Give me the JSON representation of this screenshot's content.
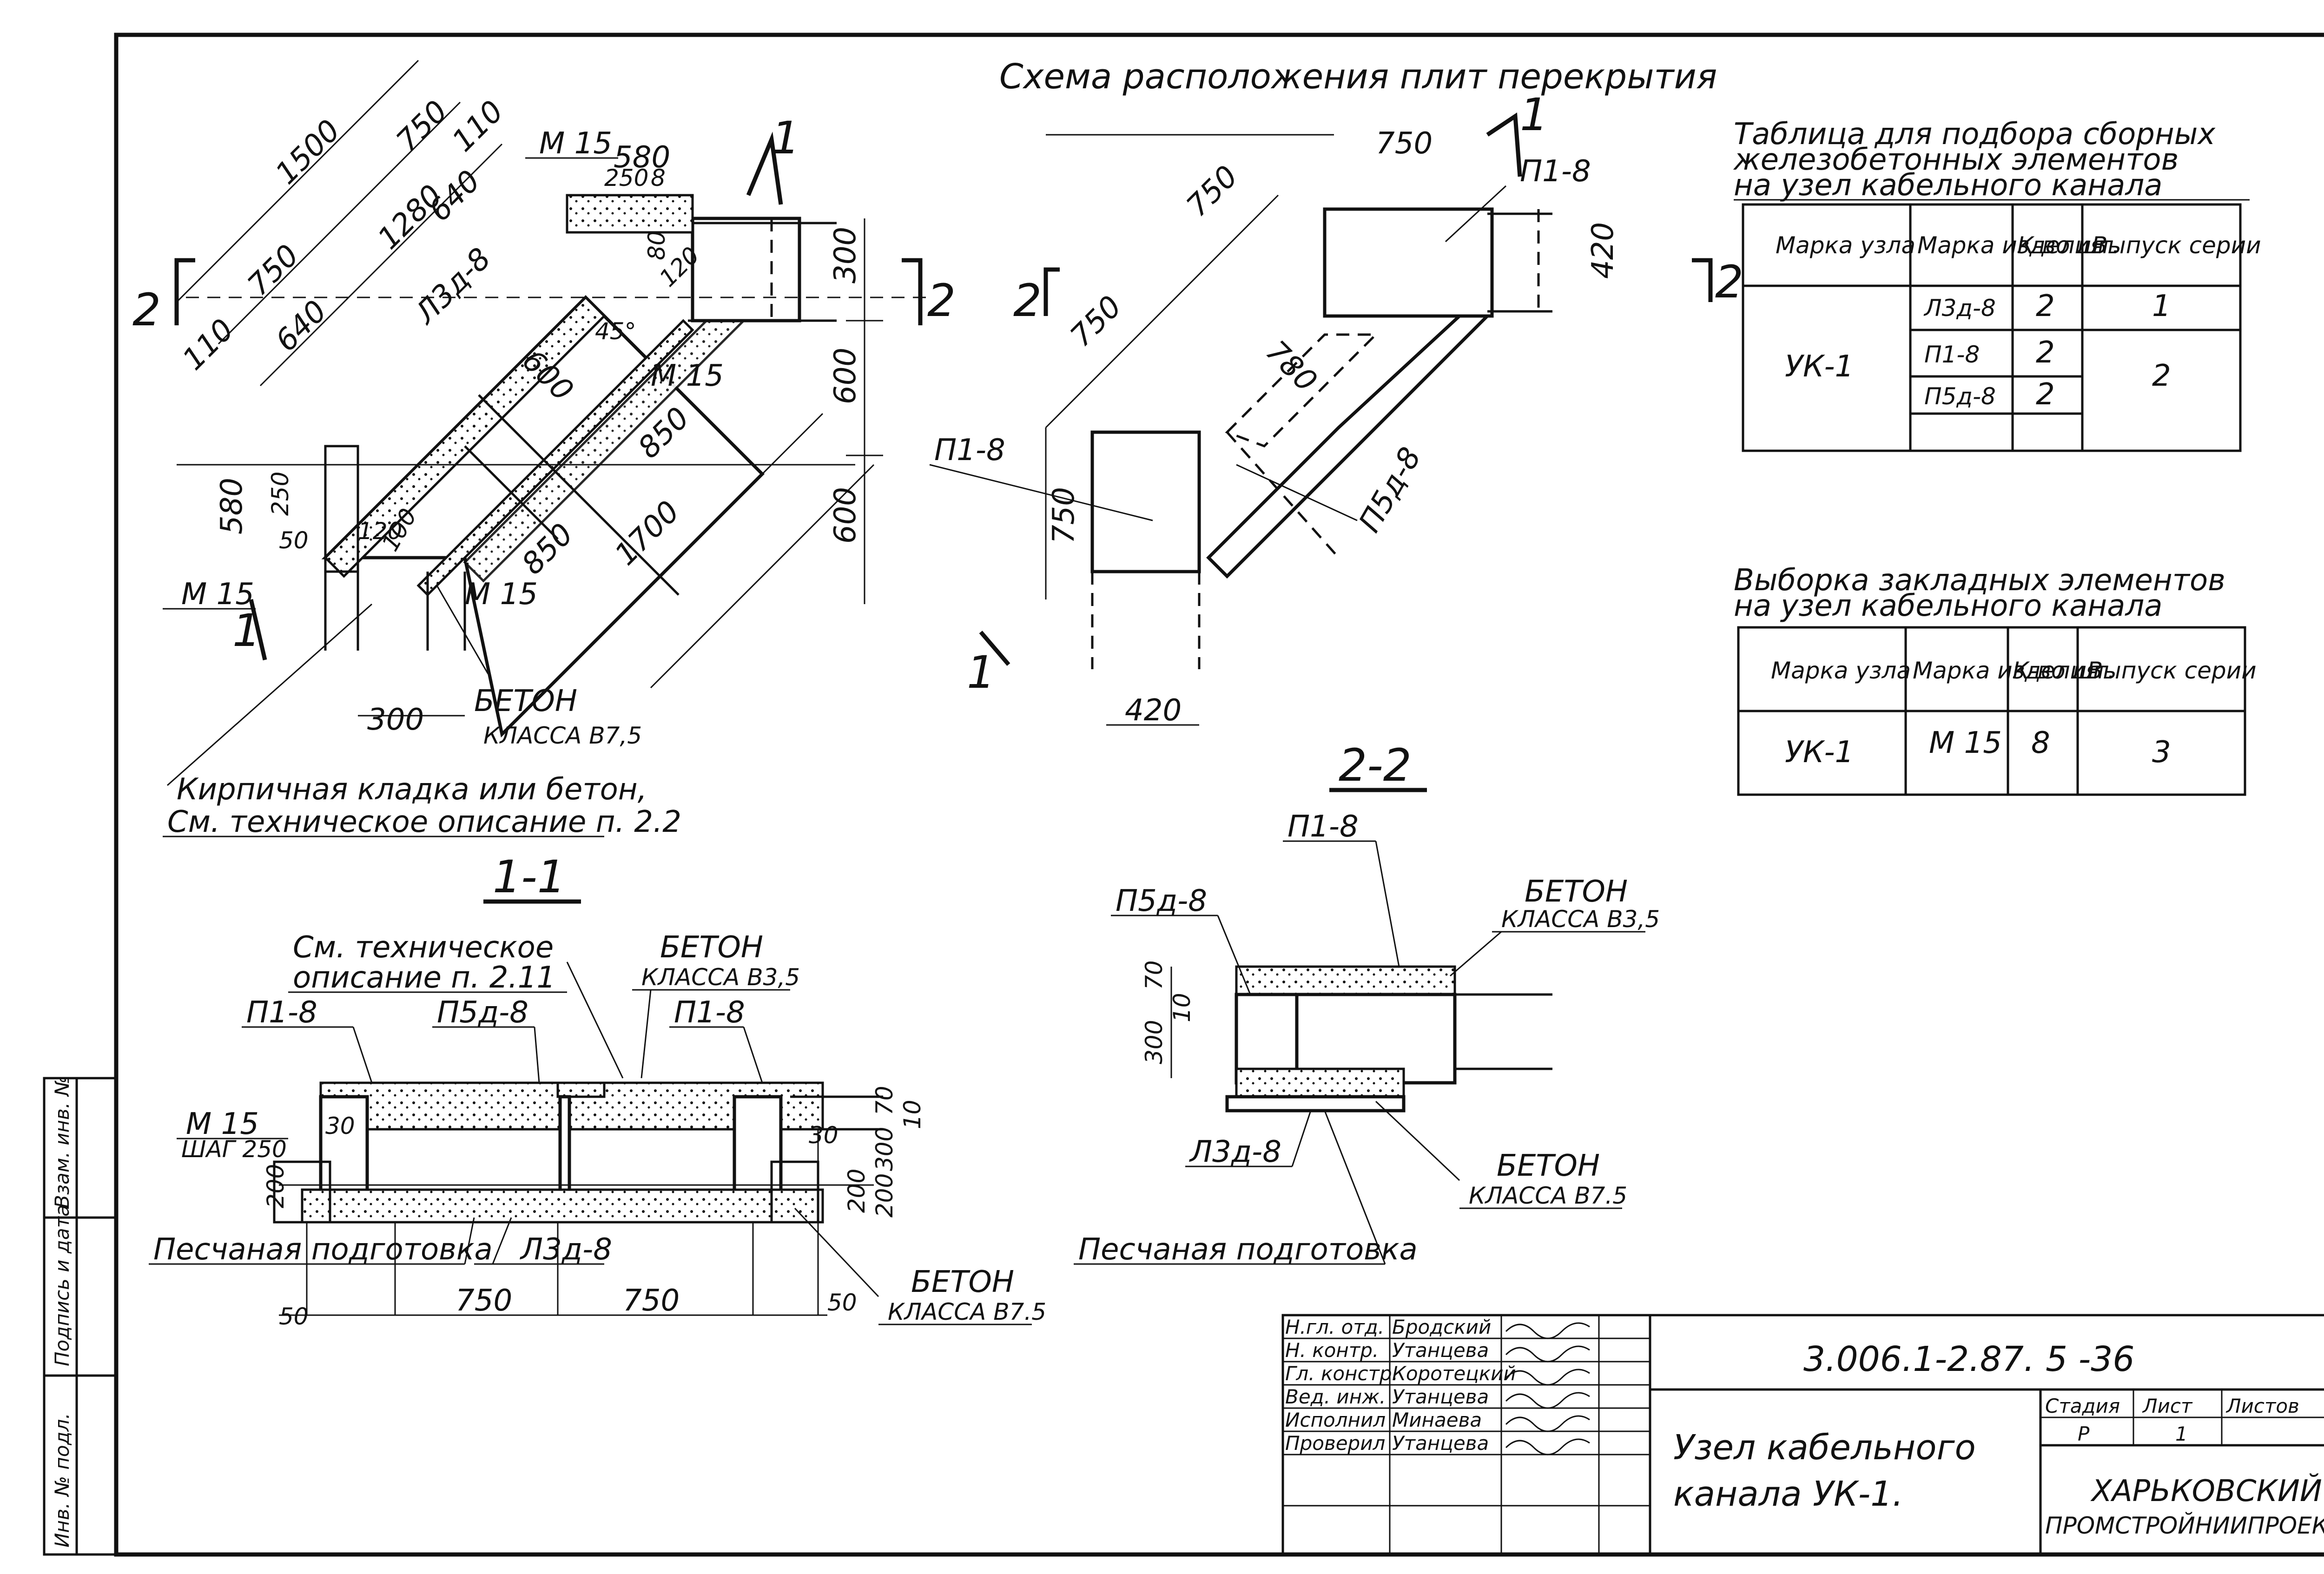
{
  "plan": {
    "title": "Схема расположения плит перекрытия",
    "left": {
      "dims_diag_a": [
        "1500",
        "750",
        "750",
        "110",
        "640",
        "1280",
        "640",
        "110"
      ],
      "m15_a": "M 15",
      "dim_580": "580",
      "dim_250": "250",
      "dim_8": "8",
      "dim_80": "80",
      "dim_120": "120",
      "dim_300_r": "300",
      "dim_600_r1": "600",
      "dim_600_r2": "600",
      "angle": "45°",
      "m15_b": "M 15",
      "dim_600_c": "600",
      "dim_850_a": "850",
      "dim_850_b": "850",
      "dim_1700": "1700",
      "label_l3d8": "Л3д-8",
      "dim_580_l": "580",
      "dim_250_l": "250",
      "dim_50_l": "50",
      "dim_120_l": "120",
      "dim_100_l": "100",
      "m15_c": "M 15",
      "m15_d": "M 15",
      "dim_300_b": "300",
      "beton": "БЕТОН",
      "beton_class": "КЛАССА В7,5",
      "note_line1": "Кирпичная кладка или бетон,",
      "note_line2": "См. техническое описание п. 2.2",
      "sec1": "1",
      "sec2": "2"
    },
    "right": {
      "dim_750_top": "750",
      "dim_750_diag": "750",
      "dim_750_diag2": "750",
      "dim_780": "780",
      "dim_420_r": "420",
      "dim_750_l": "750",
      "dim_420_b": "420",
      "label_p1_top": "П1-8",
      "label_p1_left": "П1-8",
      "label_p5d": "П5д-8",
      "sec1": "1",
      "sec2": "2"
    }
  },
  "table1": {
    "title_line1": "Таблица для подбора сборных",
    "title_line2": "железобетонных элементов",
    "title_line3": "на узел кабельного канала",
    "headers": [
      "Марка узла",
      "Марка изделия",
      "К-во шт.",
      "Выпуск серии"
    ],
    "node": "УК-1",
    "rows": [
      {
        "item": "Л3д-8",
        "qty": "2",
        "series": "1"
      },
      {
        "item": "П1-8",
        "qty": "2",
        "series": "2"
      },
      {
        "item": "П5д-8",
        "qty": "2",
        "series": ""
      }
    ]
  },
  "table2": {
    "title_line1": "Выборка закладных элементов",
    "title_line2": "на узел кабельного канала",
    "headers": [
      "Марка узла",
      "Марка изделия",
      "К-во шт.",
      "Выпуск серии"
    ],
    "row": {
      "node": "УК-1",
      "item": "М 15",
      "qty": "8",
      "series": "3"
    }
  },
  "section11": {
    "title": "1-1",
    "note1": "См. техническое",
    "note2": "описание п. 2.11",
    "beton_top": "БЕТОН",
    "beton_top_class": "КЛАССА В3,5",
    "p1_left": "П1-8",
    "p5d": "П5д-8",
    "p1_right": "П1-8",
    "m15": "M 15",
    "step": "ШАГ 250",
    "d30a": "30",
    "d30b": "30",
    "d70": "70",
    "d10": "10",
    "d300": "300",
    "d200a": "200",
    "d200b": "200",
    "d200c": "200",
    "sand": "Песчаная подготовка",
    "l3d": "Л3д-8",
    "beton_bot": "БЕТОН",
    "beton_bot_class": "КЛАССА В7.5",
    "d50l": "50",
    "d750a": "750",
    "d750b": "750",
    "d50r": "50"
  },
  "section22": {
    "title": "2-2",
    "p1": "П1-8",
    "p5d": "П5д-8",
    "beton_top": "БЕТОН",
    "beton_top_class": "КЛАССА В3,5",
    "d70": "70",
    "d10": "10",
    "d300": "300",
    "l3d": "Л3д-8",
    "beton_bot": "БЕТОН",
    "beton_bot_class": "КЛАССА В7.5",
    "sand": "Песчаная подготовка"
  },
  "side_stamp": [
    "Инв. № подл.",
    "Подпись и дата",
    "Взам. инв. №"
  ],
  "titleblock": {
    "roles": [
      "Н.гл. отд.",
      "Н. контр.",
      "Гл. констр.",
      "Вед. инж.",
      "Исполнил",
      "Проверил"
    ],
    "names": [
      "Бродский",
      "Утанцева",
      "Коротецкий",
      "Утанцева",
      "Минаева",
      "Утанцева"
    ],
    "code": "3.006.1-2.87.  5 -36",
    "name_line1": "Узел кабельного",
    "name_line2": "канала УК-1.",
    "stage_h": "Стадия",
    "sheet_h": "Лист",
    "sheets_h": "Листов",
    "stage": "Р",
    "sheet": "1",
    "sheets": "",
    "org1": "ХАРЬКОВСКИЙ",
    "org2": "ПРОМСТРОЙНИИПРОЕКТ"
  }
}
